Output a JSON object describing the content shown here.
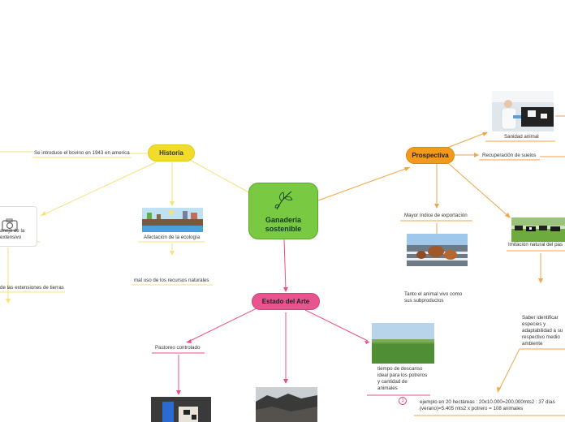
{
  "center": {
    "title": "Ganadería sostenible",
    "icon": "leaf-icon"
  },
  "topics": {
    "historia": "Historia",
    "prospectiva": "Prospectiva",
    "estado": "Estado del Arte"
  },
  "historia": {
    "bovino": "Se introduce el bovino en 1943 en america",
    "afectacion": "Afectación de la ecología",
    "mal_uso": "mal uso de los recursos naturales",
    "manejo": "anejo de la\nextensivo",
    "extensiones": "de las extensiones de tierras"
  },
  "prospectiva": {
    "sanidad": "Sanidad animal",
    "recuperacion": "Recuperación de suelos",
    "exportacion": "Mayor índice de exportación",
    "animal_vivo": "Tanto el animal vivo como sus subproductos",
    "imitacion": "Imitación natural del pas",
    "saber": "Saber identificar especies y adaptabilidad a su respectivo medio ambiente",
    "ejemplo": "ejemplo en 20 hectáreas : 20x10.000=200.000mts2 : 37 días (verano)=5.405 mts2 x potrero = 108 animales"
  },
  "estado": {
    "pastoreo": "Pastoreo controlado",
    "descanso": "tiempo de descanso ideal para los potreros y cantidad de animales",
    "marker": "1"
  },
  "colors": {
    "historia": "#f2dc2b",
    "prospectiva": "#f39a1b",
    "estado": "#e8558e",
    "center": "#7ac943",
    "line_historia": "#f6e27a",
    "line_prospectiva": "#f0a64a",
    "line_estado": "#e84f84"
  }
}
